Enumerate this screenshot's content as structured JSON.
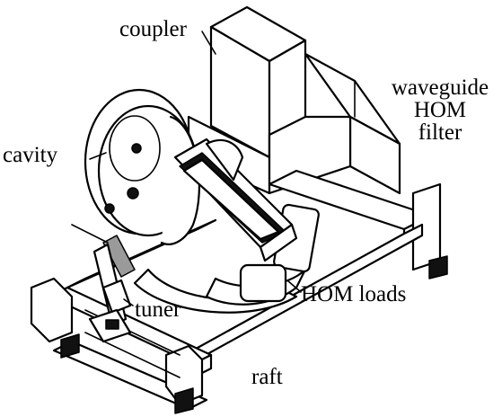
{
  "labels": {
    "coupler": "coupler",
    "waveguide_hom_filter": [
      "waveguide",
      "HOM",
      "filter"
    ],
    "cavity": "cavity",
    "tuner": "tuner",
    "hom_loads": "HOM loads",
    "raft": "raft"
  }
}
